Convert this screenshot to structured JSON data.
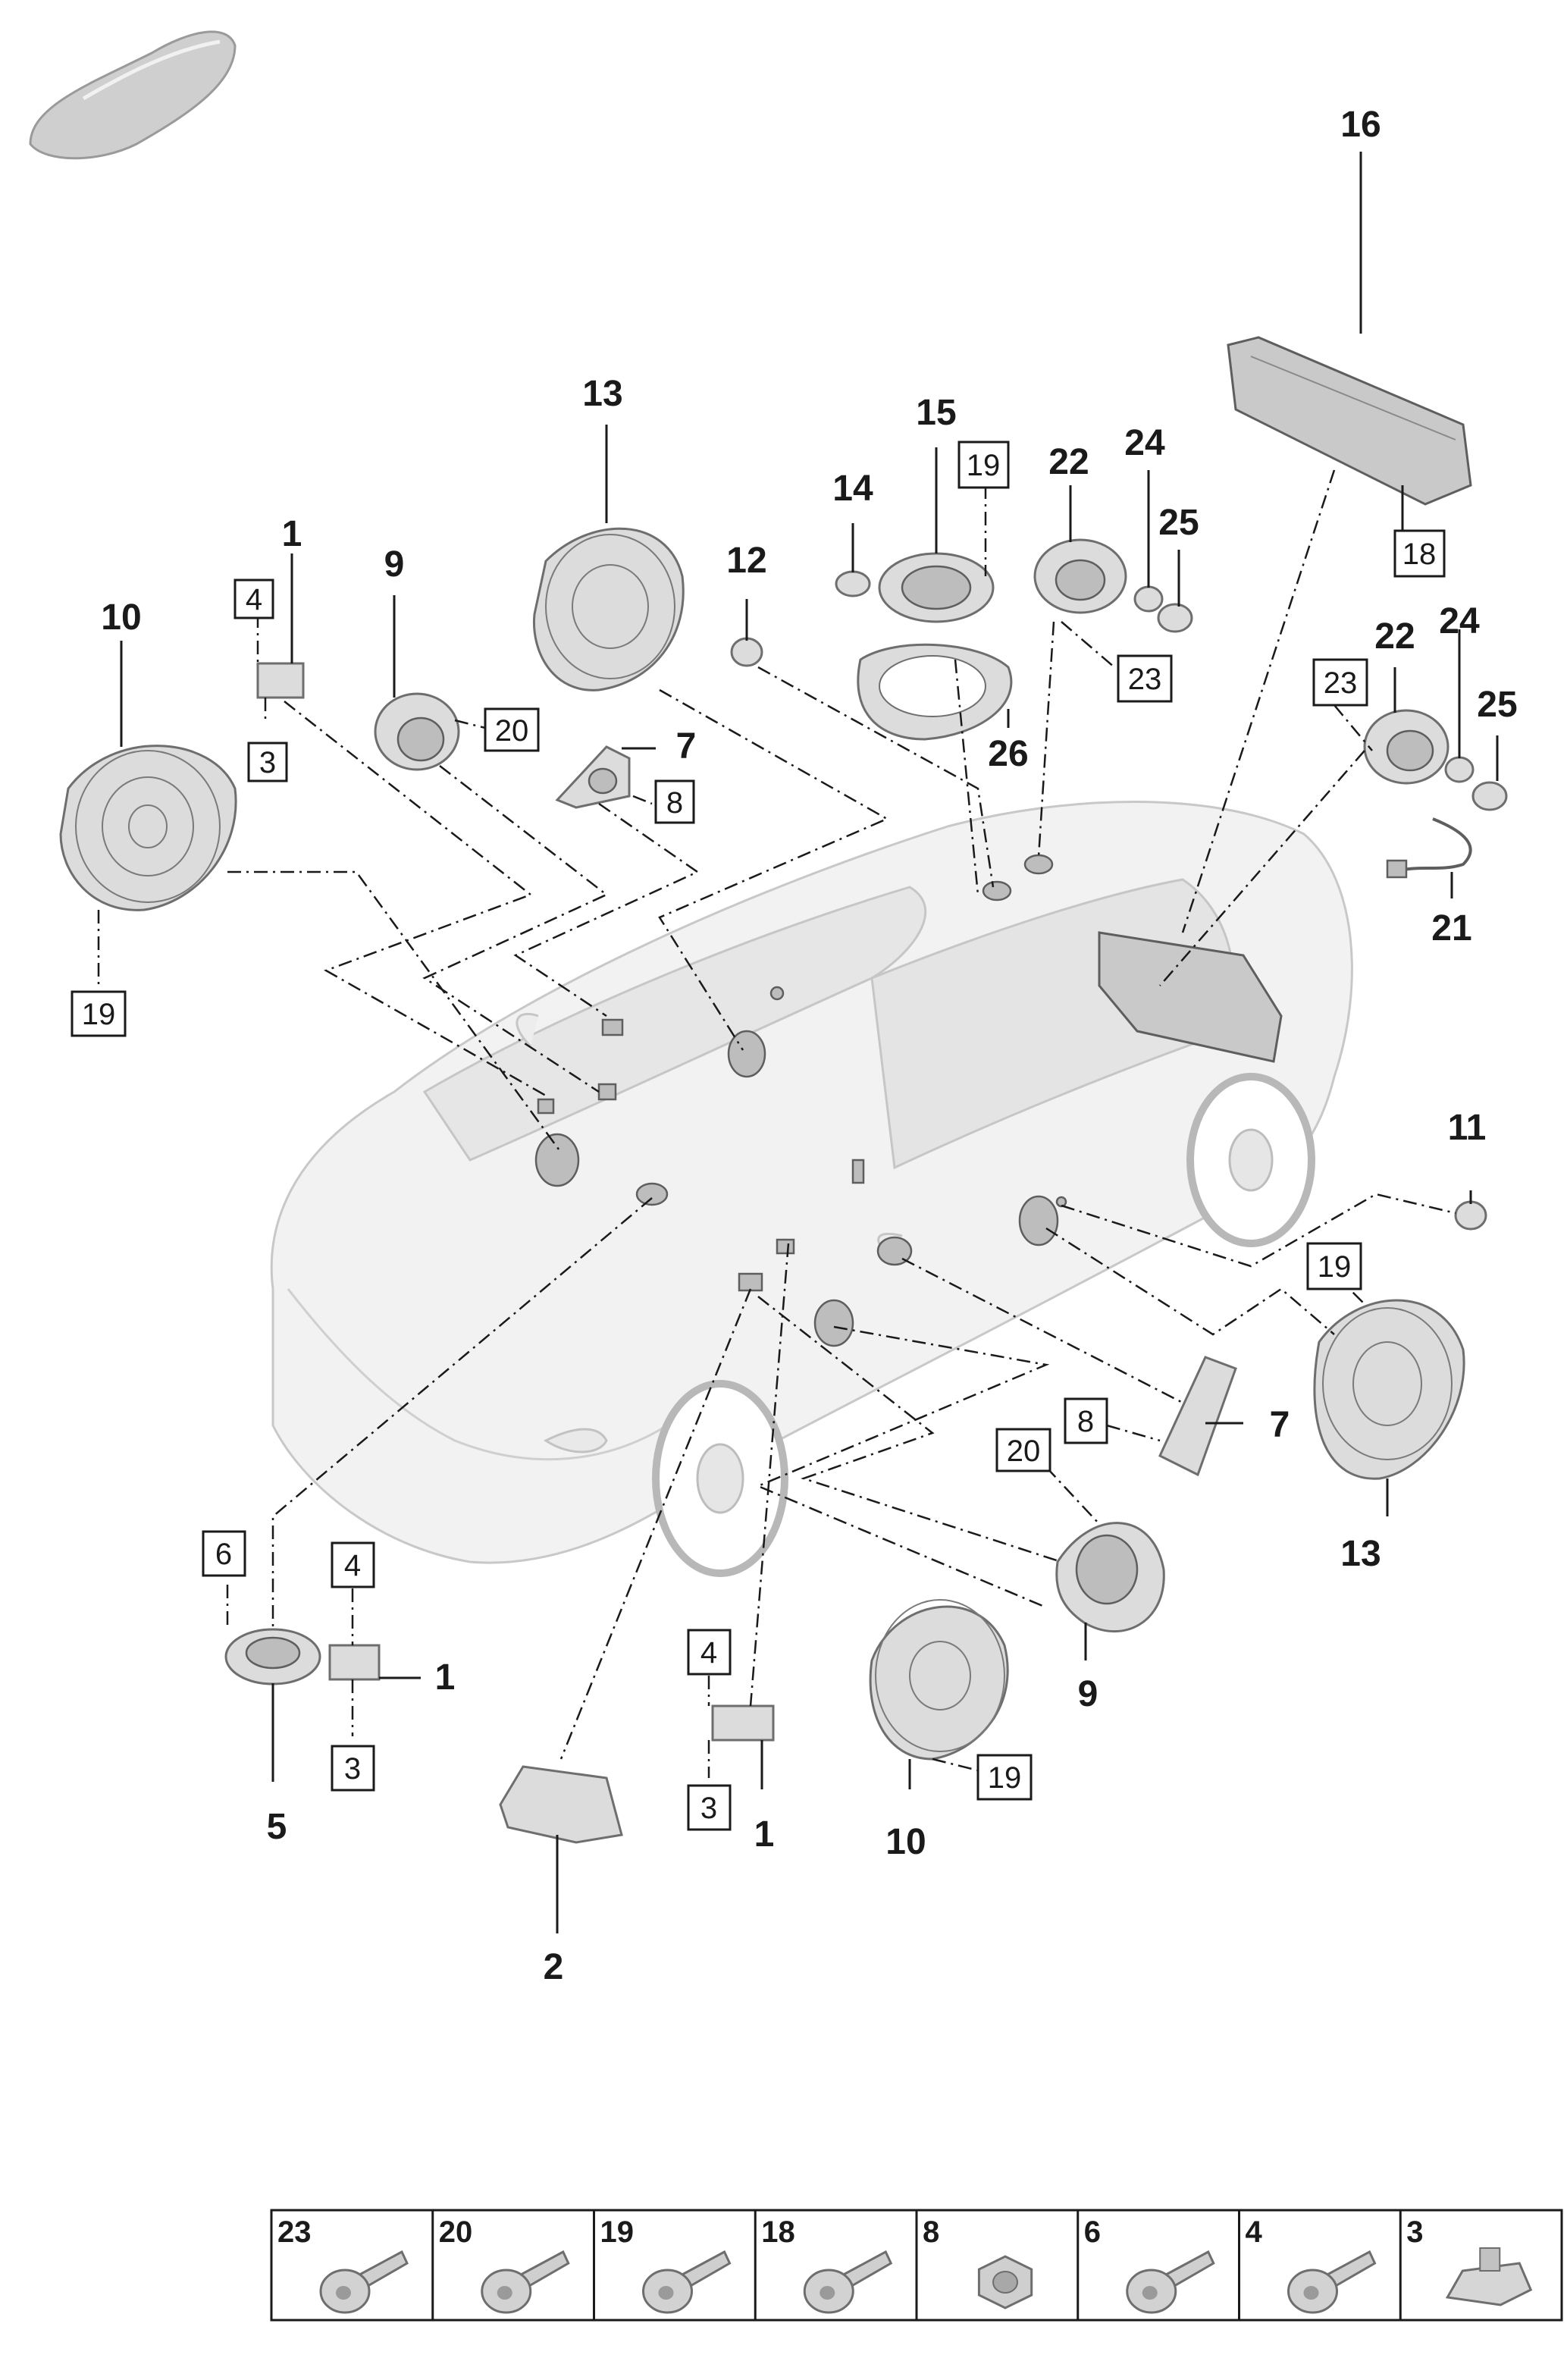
{
  "callouts": {
    "c1a": "1",
    "c1b": "1",
    "c1c": "1",
    "c2": "2",
    "c5": "5",
    "c7a": "7",
    "c7b": "7",
    "c9a": "9",
    "c9b": "9",
    "c10a": "10",
    "c10b": "10",
    "c11": "11",
    "c12": "12",
    "c13a": "13",
    "c13b": "13",
    "c14": "14",
    "c15": "15",
    "c16": "16",
    "c21": "21",
    "c22a": "22",
    "c22b": "22",
    "c24a": "24",
    "c24b": "24",
    "c25a": "25",
    "c25b": "25",
    "c26": "26"
  },
  "boxed_refs": {
    "b3a": "3",
    "b3b": "3",
    "b3c": "3",
    "b4a": "4",
    "b4b": "4",
    "b4c": "4",
    "b6": "6",
    "b8a": "8",
    "b8b": "8",
    "b18": "18",
    "b19a": "19",
    "b19b": "19",
    "b19c": "19",
    "b19d": "19",
    "b20a": "20",
    "b20b": "20",
    "b23a": "23",
    "b23b": "23"
  },
  "fastener_table": [
    {
      "ref": "23",
      "kind": "screw"
    },
    {
      "ref": "20",
      "kind": "screw"
    },
    {
      "ref": "19",
      "kind": "screw"
    },
    {
      "ref": "18",
      "kind": "screw"
    },
    {
      "ref": "8",
      "kind": "nut"
    },
    {
      "ref": "6",
      "kind": "screw"
    },
    {
      "ref": "4",
      "kind": "screw"
    },
    {
      "ref": "3",
      "kind": "clip-nut"
    }
  ]
}
